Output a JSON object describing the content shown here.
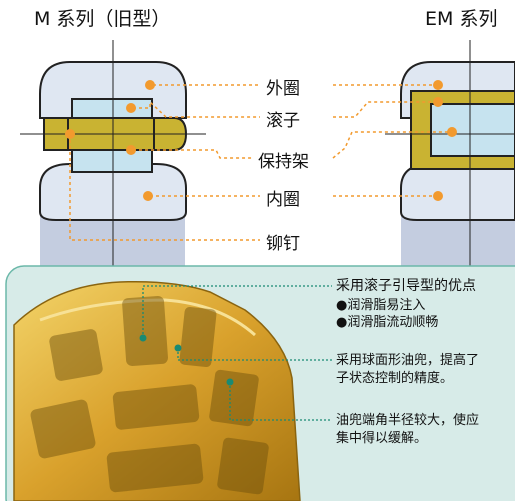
{
  "titles": {
    "left": "M 系列（旧型）",
    "right": "EM 系列"
  },
  "parts": {
    "outer_ring": "外圈",
    "roller": "滚子",
    "cage": "保持架",
    "inner_ring": "内圈",
    "rivet": "铆钉"
  },
  "notes": {
    "advantage_title": "采用滚子引导型的优点",
    "advantage_1": "●润滑脂易注入",
    "advantage_2": "●润滑脂流动顺畅",
    "pocket_line1": "采用球面形油兜，提高了",
    "pocket_line2": "子状态控制的精度。",
    "corner_line1": "油兜端角半径较大，使应",
    "corner_line2": "集中得以缓解。"
  },
  "colors": {
    "ring": "#dfe7f2",
    "cage": "#c9b332",
    "roller": "#c6e3ef",
    "shaft": "#c4cde0",
    "panel": "#d7ebe8",
    "leader": "#f29a2e"
  }
}
